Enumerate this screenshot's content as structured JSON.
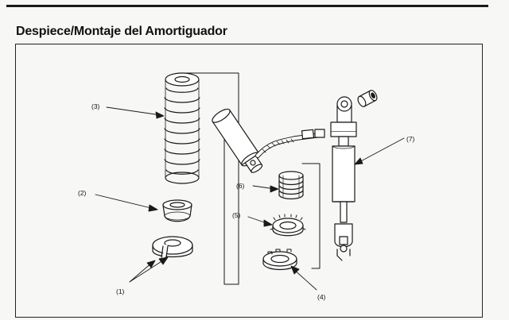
{
  "title": "Despiece/Montaje del Amortiguador",
  "callouts": {
    "c1": "(1)",
    "c2": "(2)",
    "c3": "(3)",
    "c4": "(4)",
    "c5": "(5)",
    "c6": "(6)",
    "c7": "(7)"
  }
}
